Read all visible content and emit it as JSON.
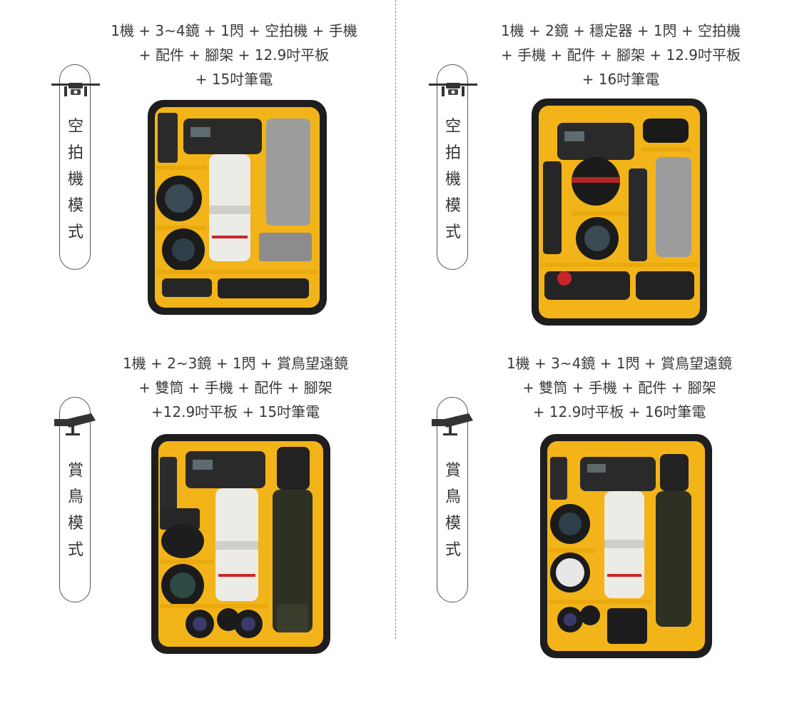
{
  "panels": [
    {
      "caption": [
        "1機 + 3~4鏡 + 1閃 + 空拍機 + 手機",
        "+ 配件 + 腳架 + 12.9吋平板",
        "+ 15吋筆電"
      ],
      "mode": [
        "空",
        "拍",
        "機",
        "模",
        "式"
      ],
      "icon": "drone-icon"
    },
    {
      "caption": [
        "1機 + 2鏡 + 穩定器 + 1閃 + 空拍機",
        "+ 手機 + 配件 + 腳架 + 12.9吋平板",
        "+ 16吋筆電"
      ],
      "mode": [
        "空",
        "拍",
        "機",
        "模",
        "式"
      ],
      "icon": "drone-icon"
    },
    {
      "caption": [
        "1機 + 2~3鏡 + 1閃 + 賞鳥望遠鏡",
        "+ 雙筒 + 手機 + 配件 + 腳架",
        "+12.9吋平板 + 15吋筆電"
      ],
      "mode": [
        "賞",
        "鳥",
        "模",
        "式"
      ],
      "icon": "spotting-scope-icon"
    },
    {
      "caption": [
        "1機 + 3~4鏡 + 1閃 + 賞鳥望遠鏡",
        "+ 雙筒 + 手機 + 配件 + 腳架",
        "+ 12.9吋平板 + 16吋筆電"
      ],
      "mode": [
        "賞",
        "鳥",
        "模",
        "式"
      ],
      "icon": "spotting-scope-icon"
    }
  ],
  "colors": {
    "bag_shell": "#1e1e1e",
    "bag_interior": "#f2b418",
    "divider_padding": "#e9a90f",
    "camera_body": "#2a2a2a",
    "lens_white": "#ecebe6"
  }
}
